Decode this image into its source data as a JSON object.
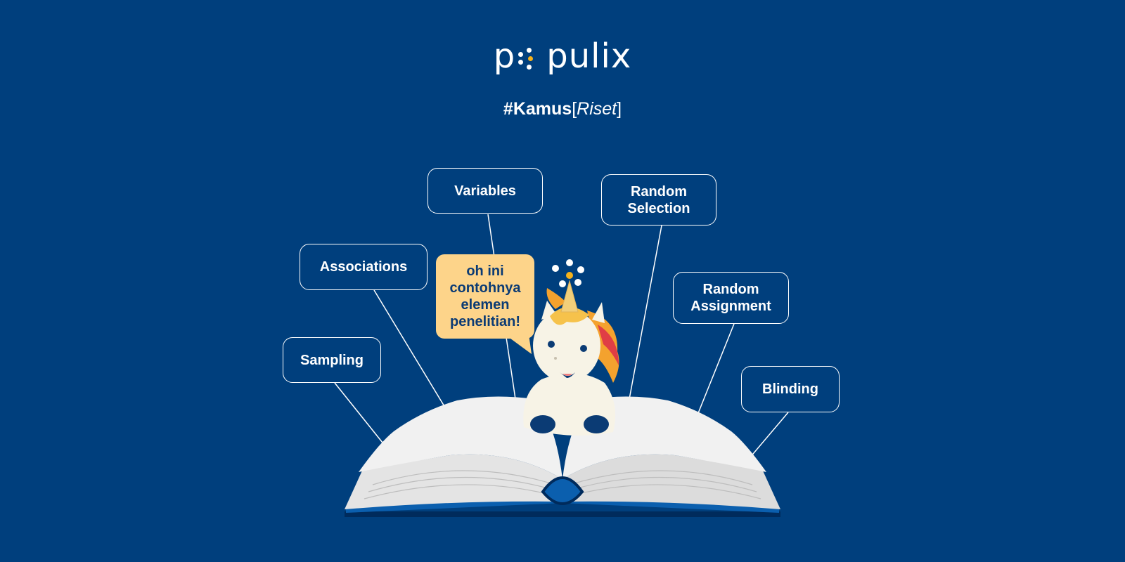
{
  "brand": {
    "logo_prefix": "p",
    "logo_suffix": "pulix"
  },
  "tagline": {
    "hash": "#Kamus",
    "open": "[",
    "italic": "Riset",
    "close": "]"
  },
  "labels": {
    "variables": "Variables",
    "random_selection": "Random\nSelection",
    "associations": "Associations",
    "random_assignment": "Random\nAssignment",
    "sampling": "Sampling",
    "blinding": "Blinding"
  },
  "speech_bubble": "oh ini\ncontohnya\nelemen\npenelitian!",
  "colors": {
    "background": "#003F7D",
    "bubble": "#FDD48A",
    "accent": "#F5B21C",
    "book_cover": "#0B5FAE"
  }
}
